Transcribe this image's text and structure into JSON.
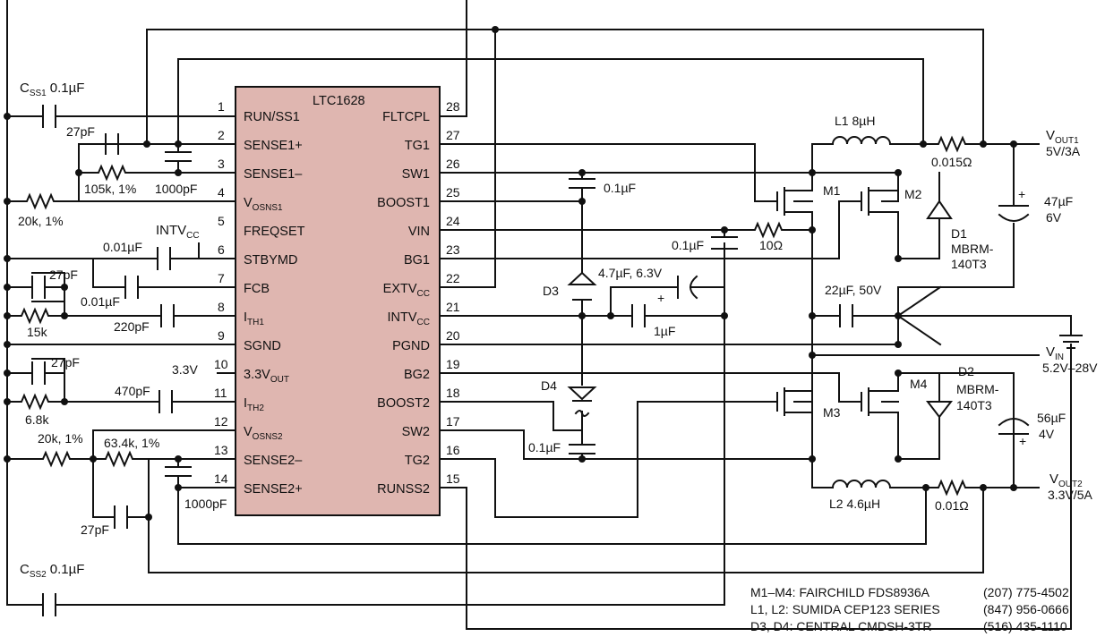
{
  "ic": {
    "name": "LTC1628",
    "fill": "#dfb6b0",
    "left_pins": [
      {
        "num": "1",
        "name": "RUN/SS1",
        "sub": ""
      },
      {
        "num": "2",
        "name": "SENSE1+",
        "sub": ""
      },
      {
        "num": "3",
        "name": "SENSE1–",
        "sub": ""
      },
      {
        "num": "4",
        "name": "V",
        "sub": "OSNS1"
      },
      {
        "num": "5",
        "name": "FREQSET",
        "sub": ""
      },
      {
        "num": "6",
        "name": "STBYMD",
        "sub": ""
      },
      {
        "num": "7",
        "name": "FCB",
        "sub": ""
      },
      {
        "num": "8",
        "name": "I",
        "sub": "TH1"
      },
      {
        "num": "9",
        "name": "SGND",
        "sub": ""
      },
      {
        "num": "10",
        "name": "3.3V",
        "sub": "OUT"
      },
      {
        "num": "11",
        "name": "I",
        "sub": "TH2"
      },
      {
        "num": "12",
        "name": "V",
        "sub": "OSNS2"
      },
      {
        "num": "13",
        "name": "SENSE2–",
        "sub": ""
      },
      {
        "num": "14",
        "name": "SENSE2+",
        "sub": ""
      }
    ],
    "right_pins": [
      {
        "num": "28",
        "name": "FLTCPL",
        "sub": ""
      },
      {
        "num": "27",
        "name": "TG1",
        "sub": ""
      },
      {
        "num": "26",
        "name": "SW1",
        "sub": ""
      },
      {
        "num": "25",
        "name": "BOOST1",
        "sub": ""
      },
      {
        "num": "24",
        "name": "VIN",
        "sub": ""
      },
      {
        "num": "23",
        "name": "BG1",
        "sub": ""
      },
      {
        "num": "22",
        "name": "EXTV",
        "sub": "CC"
      },
      {
        "num": "21",
        "name": "INTV",
        "sub": "CC"
      },
      {
        "num": "20",
        "name": "PGND",
        "sub": ""
      },
      {
        "num": "19",
        "name": "BG2",
        "sub": ""
      },
      {
        "num": "18",
        "name": "BOOST2",
        "sub": ""
      },
      {
        "num": "17",
        "name": "SW2",
        "sub": ""
      },
      {
        "num": "16",
        "name": "TG2",
        "sub": ""
      },
      {
        "num": "15",
        "name": "RUNSS2",
        "sub": ""
      }
    ]
  },
  "labels": {
    "css1_main": "C",
    "css1_sub": "SS1",
    "css1_val": "0.1µF",
    "c27pf_top": "27pF",
    "r105k": "105k, 1%",
    "c1000pf_top": "1000pF",
    "r20k_top": "20k, 1%",
    "intvcc_main": "INTV",
    "intvcc_sub": "CC",
    "c001_a": "0.01µF",
    "c27pf_b": "27pF",
    "c001_b": "0.01µF",
    "c220pf": "220pF",
    "r15k": "15k",
    "c27pf_c": "27pF",
    "v33": "3.3V",
    "c470pf": "470pF",
    "r68k": "6.8k",
    "r20k_bot": "20k, 1%",
    "r634k": "63.4k, 1%",
    "c1000pf_bot": "1000pF",
    "c27pf_d": "27pF",
    "css2_main": "C",
    "css2_sub": "SS2",
    "css2_val": "0.1µF",
    "c01_boost1": "0.1µF",
    "c01_vin": "0.1µF",
    "r10": "10Ω",
    "c47_63": "4.7µF, 6.3V",
    "c1uf": "1µF",
    "d3": "D3",
    "d4": "D4",
    "c01_boost2": "0.1µF",
    "l1": "L1  8µH",
    "m1": "M1",
    "m2": "M2",
    "r0015": "0.015Ω",
    "vout1_main": "V",
    "vout1_sub": "OUT1",
    "vout1_val": "5V/3A",
    "c47uf": "47µF",
    "c47uf_v": "6V",
    "d1": "D1",
    "d1_p1": "MBRM-",
    "d1_p2": "140T3",
    "c22uf": "22µF, 50V",
    "vin_main": "V",
    "vin_sub": "IN",
    "vin_val": "5.2V–28V",
    "m3": "M3",
    "m4": "M4",
    "d2": "D2",
    "d2_p1": "MBRM-",
    "d2_p2": "140T3",
    "c56uf": "56µF",
    "c56uf_v": "4V",
    "l2": "L2  4.6µH",
    "r001": "0.01Ω",
    "vout2_main": "V",
    "vout2_sub": "OUT2",
    "vout2_val": "3.3V/5A"
  },
  "notes": [
    {
      "part": "M1–M4: FAIRCHILD FDS8936A",
      "phone": "(207) 775-4502"
    },
    {
      "part": "L1, L2: SUMIDA CEP123 SERIES",
      "phone": "(847) 956-0666"
    },
    {
      "part": "D3, D4: CENTRAL CMDSH-3TR",
      "phone": "(516) 435-1110"
    }
  ]
}
